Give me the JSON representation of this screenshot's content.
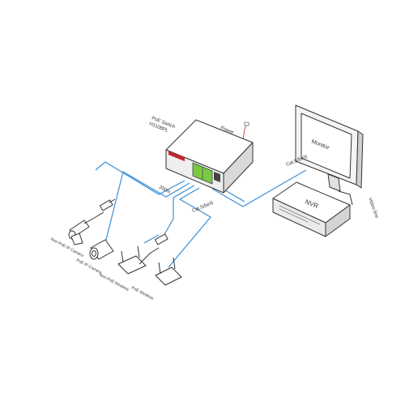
{
  "switch": {
    "title_line1": "PoE Switch",
    "title_line2": "H1108PL",
    "power_label": "Power"
  },
  "monitor": {
    "label": "Monitor"
  },
  "nvr": {
    "label": "NVR"
  },
  "cables": {
    "uplink_label": "Cat.5/5e/6",
    "video_label": "Video line",
    "downlink_label": "Cat.5/5e/6",
    "distance_label": "250m"
  },
  "devices": {
    "non_poe_camera": "Non-PoE IP Camera",
    "poe_camera": "PoE IP Camera",
    "non_poe_wireless": "Non-PoE Wireless",
    "poe_wireless": "PoE Wireless"
  },
  "colors": {
    "cable": "#3a8fd6",
    "outline": "#333333",
    "port_green": "#7ac943",
    "logo_red": "#c1272d"
  }
}
